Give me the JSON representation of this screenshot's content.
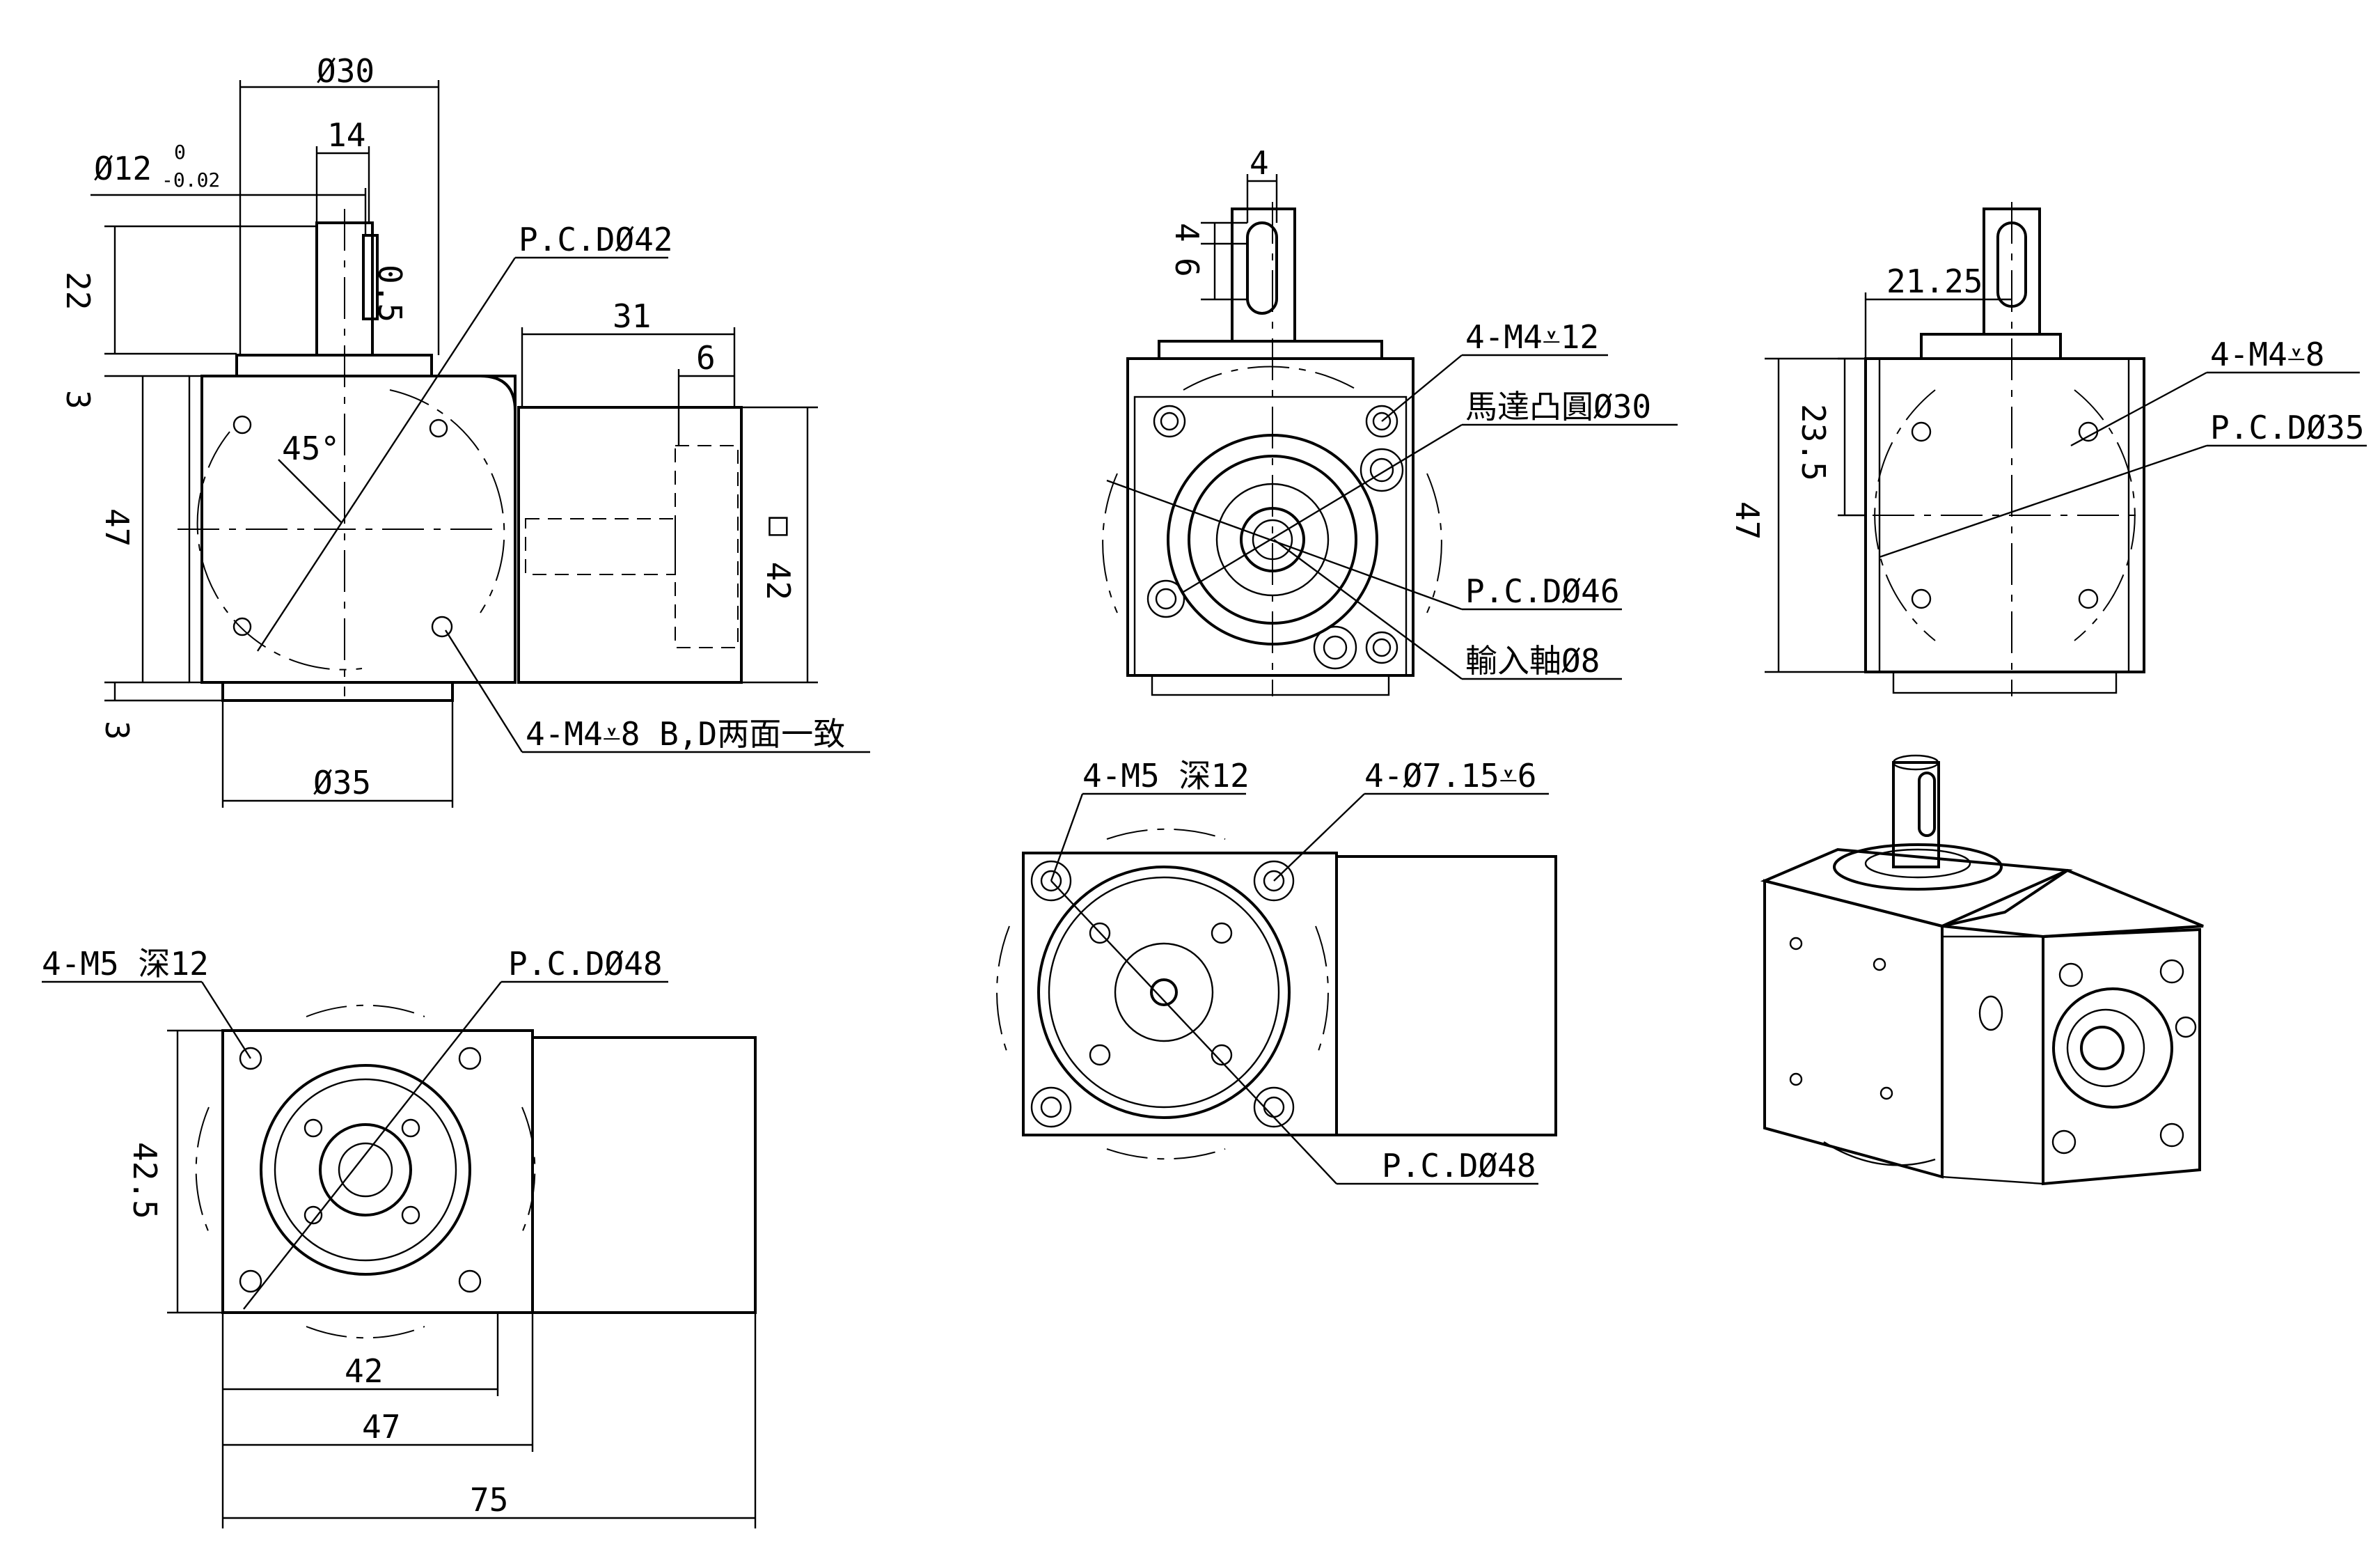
{
  "dimensions": {
    "left_view": {
      "shaft_dia": "Ø12",
      "tol_upper": "0",
      "tol_lower": "-0.02",
      "flange_dia": "Ø30",
      "key_width": "14",
      "shaft_len": "22",
      "gap": "0.5",
      "pcd": "P.C.DØ42",
      "angle": "45°",
      "offset_top": "3",
      "height": "47",
      "offset_bottom": "3",
      "base_dia": "Ø35",
      "motor_len": "31",
      "motor_step": "6",
      "square": "□ 42",
      "holes": "4-M4⩡8 B,D两面一致"
    },
    "front_view": {
      "key_top": "4",
      "key_a": "4",
      "key_b": "6",
      "holes": "4-M4⩡12",
      "boss": "馬達凸圓Ø30",
      "pcd": "P.C.DØ46",
      "input": "輸入軸Ø8"
    },
    "right_view": {
      "offset": "21.25",
      "height_a": "23.5",
      "height": "47",
      "holes": "4-M4⩡8",
      "pcd": "P.C.DØ35"
    },
    "bottom_left": {
      "holes": "4-M5 深12",
      "pcd": "P.C.DØ48",
      "height": "42.5",
      "w1": "42",
      "w2": "47",
      "w3": "75"
    },
    "bottom_mid": {
      "holes": "4-M5 深12",
      "holes_b": "4-Ø7.15⩡6",
      "pcd": "P.C.DØ48"
    }
  }
}
